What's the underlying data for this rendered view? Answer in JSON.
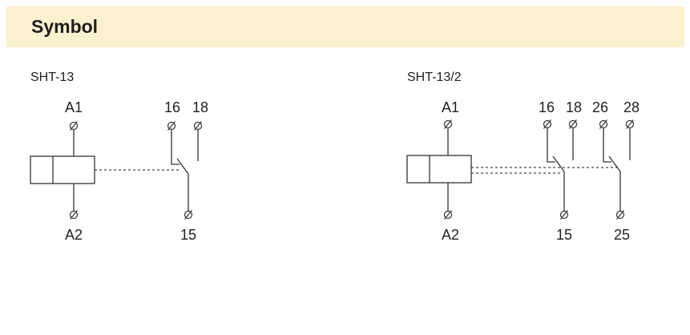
{
  "section": {
    "title": "Symbol"
  },
  "diagrams": [
    {
      "model": "SHT-13",
      "coil": {
        "top_terminal": "A1",
        "bottom_terminal": "A2"
      },
      "contacts": [
        {
          "nc": "16",
          "no": "18",
          "common": "15"
        }
      ]
    },
    {
      "model": "SHT-13/2",
      "coil": {
        "top_terminal": "A1",
        "bottom_terminal": "A2"
      },
      "contacts": [
        {
          "nc": "16",
          "no": "18",
          "common": "15"
        },
        {
          "nc": "26",
          "no": "28",
          "common": "25"
        }
      ]
    }
  ]
}
